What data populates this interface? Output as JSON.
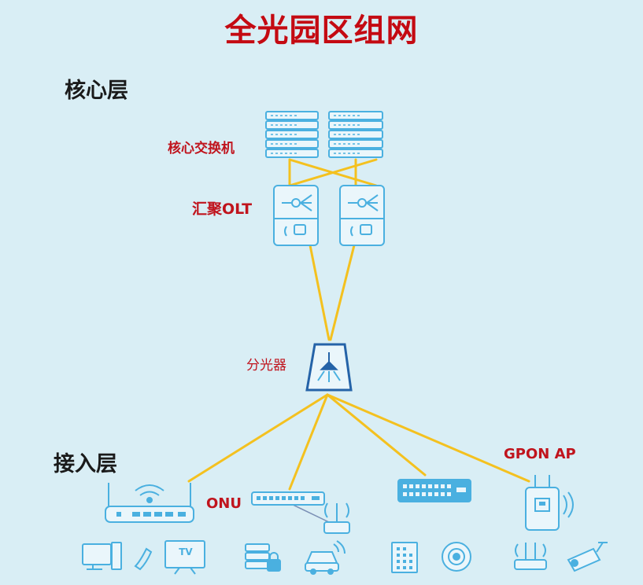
{
  "title": "全光园区组网",
  "layers": {
    "core": "核心层",
    "access": "接入层"
  },
  "labels": {
    "core_switch": "核心交换机",
    "olt": "汇聚OLT",
    "splitter": "分光器",
    "onu": "ONU",
    "gpon_ap": "GPON AP"
  },
  "icons": {
    "router_tv": "TV"
  },
  "colors": {
    "title": "#c40a12",
    "device_blue": "#4ab0e0",
    "fiber": "#f4c11f",
    "label_red": "#c0141d"
  }
}
